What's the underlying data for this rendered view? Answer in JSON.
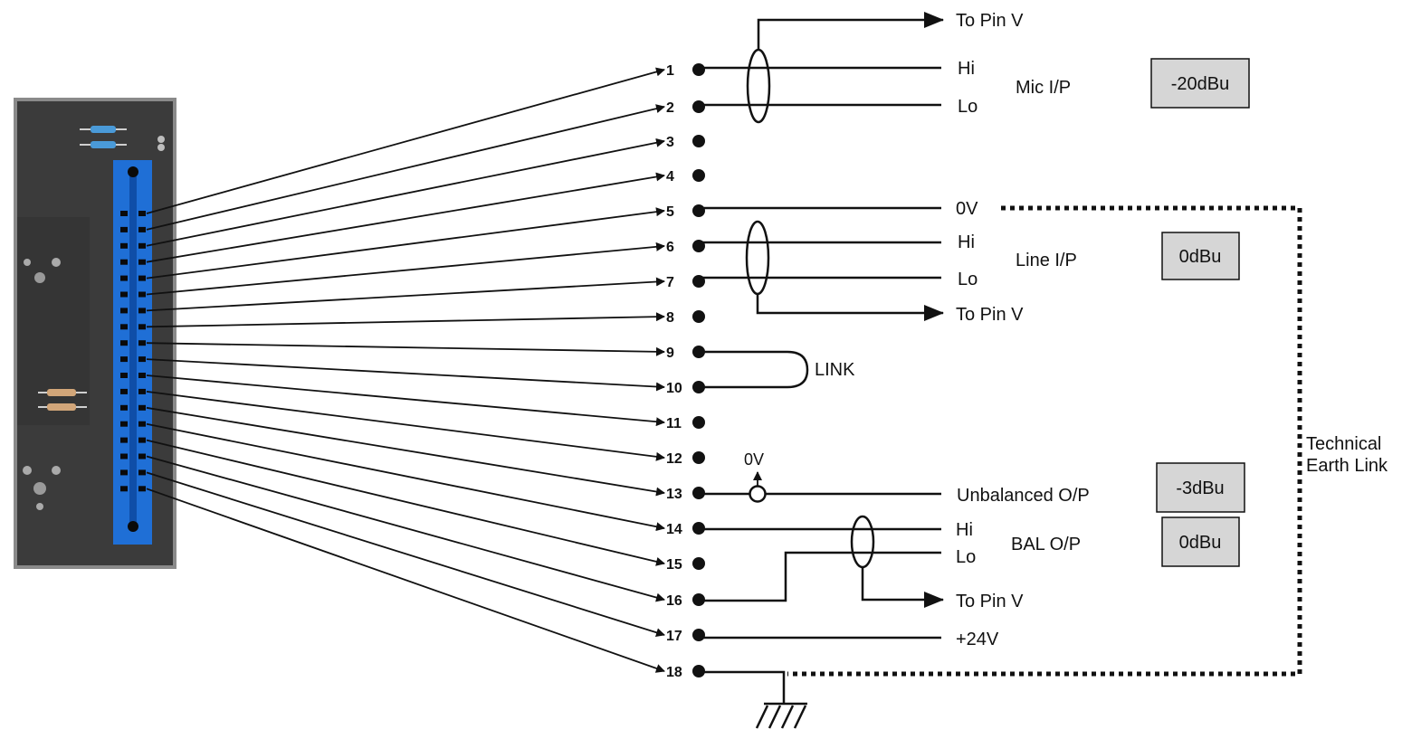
{
  "pins": [
    "1",
    "2",
    "3",
    "4",
    "5",
    "6",
    "7",
    "8",
    "9",
    "10",
    "11",
    "12",
    "13",
    "14",
    "15",
    "16",
    "17",
    "18"
  ],
  "signals": {
    "to_pin_v": "To Pin V",
    "hi": "Hi",
    "lo": "Lo",
    "zero_v": "0V",
    "unbalanced_op": "Unbalanced O/P",
    "plus_24v": "+24V",
    "link": "LINK"
  },
  "groups": {
    "mic": "Mic I/P",
    "line": "Line I/P",
    "bal": "BAL O/P",
    "tech_earth_line1": "Technical",
    "tech_earth_line2": "Earth Link"
  },
  "levels": {
    "mic": "-20dBu",
    "line": "0dBu",
    "unbalanced": "-3dBu",
    "bal": "0dBu"
  },
  "colors": {
    "line": "#111111",
    "connector_blue": "#1f6fd6",
    "board": "#3a3a3a",
    "level_box": "#d6d6d6"
  }
}
